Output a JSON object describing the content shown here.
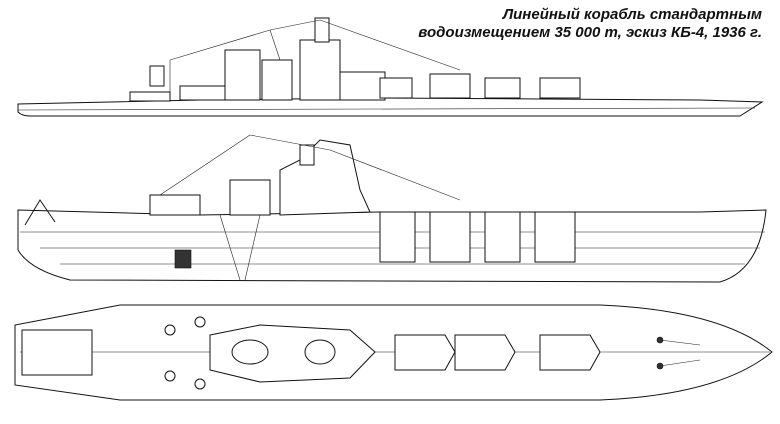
{
  "title": {
    "line1": "Линейный корабль стандартным",
    "line2": "водоизмещением 35 000 т, эскиз КБ-4, 1936 г."
  },
  "views": [
    "side-profile",
    "inboard-profile",
    "plan-view"
  ],
  "colors": {
    "line": "#111111",
    "background": "#ffffff"
  }
}
